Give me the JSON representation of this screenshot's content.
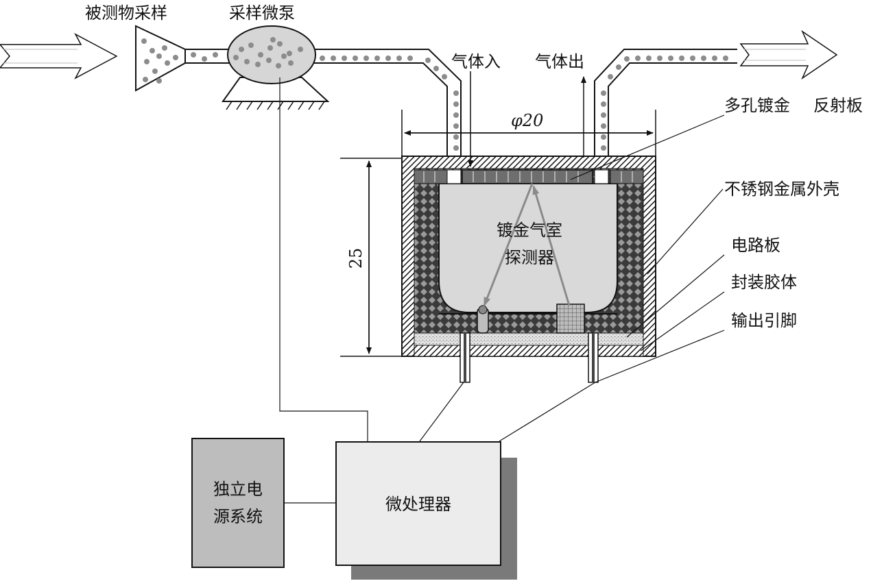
{
  "labels": {
    "sample_object": "被测物采样",
    "micro_pump": "采样微泵",
    "gas_in": "气体入",
    "gas_out": "气体出",
    "porous_gold": "多孔镀金",
    "reflector": "反射板",
    "diameter": "φ20",
    "height": "25",
    "chamber_line1": "镀金气室",
    "chamber_line2": "探测器",
    "shell": "不锈钢金属外壳",
    "circuit_board": "电路板",
    "potting": "封装胶体",
    "output_pins": "输出引脚",
    "power_line1": "独立电",
    "power_line2": "源系统",
    "microprocessor": "微处理器"
  },
  "colors": {
    "line": "#111111",
    "chamber_fill": "#d9d9d9",
    "dot": "#8c8c8c",
    "power_box": "#bdbdbd",
    "processor_box": "#ececec",
    "shadow": "#7a7a7a",
    "wall_dark": "#2b2b2b"
  }
}
